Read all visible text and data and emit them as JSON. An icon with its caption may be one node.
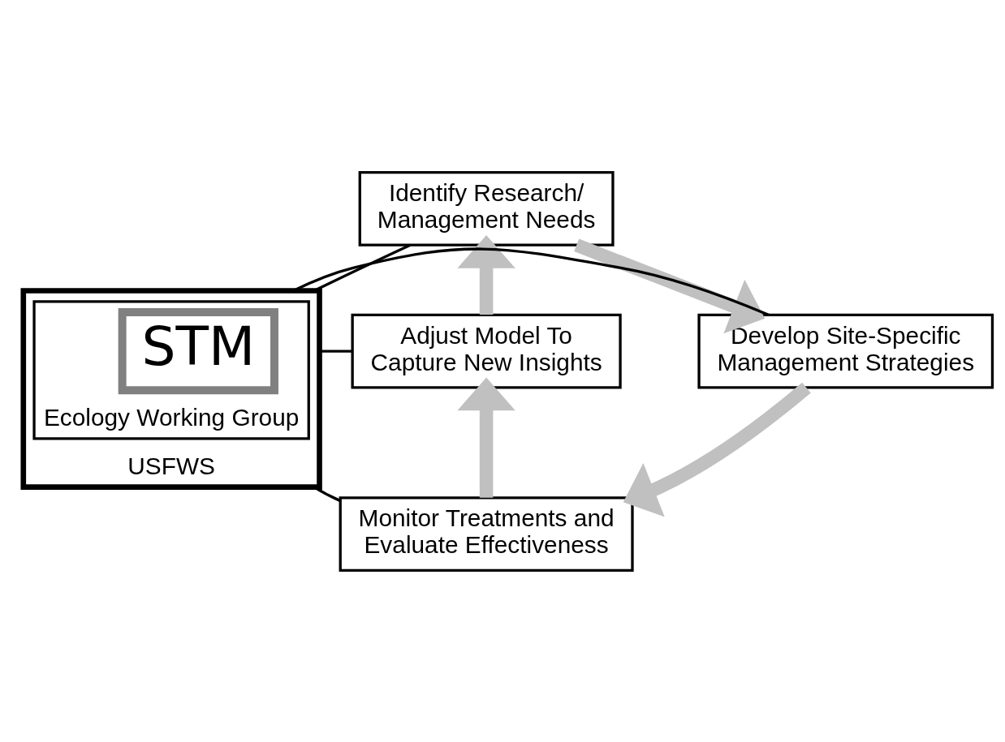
{
  "diagram": {
    "nodes": [
      {
        "text": [
          "Identify Research/ Management Needs"
        ]
      },
      {
        "text": [
          "USFWS"
        ]
      },
      {
        "text": [
          "Ecology Working Group"
        ],
        "in": 1
      },
      {
        "text": [
          "STM"
        ],
        "in": 2
      },
      {
        "text": [
          "Adjust Model To Capture New Insights"
        ]
      },
      {
        "text": [
          "Develop Site-Specific Management Strategies"
        ]
      },
      {
        "text": [
          "Monitor Treatments and Evaluate Effectiveness"
        ]
      }
    ],
    "edges": [
      {
        "from": 1,
        "to": 0,
        "arrow": "none"
      },
      {
        "from": 1,
        "to": 4,
        "arrow": "none"
      },
      {
        "from": 1,
        "to": 5,
        "arrow": "none"
      },
      {
        "from": 1,
        "to": 6,
        "arrow": "none"
      },
      {
        "from": 4,
        "to": 0,
        "arrow": "to",
        "style": "thick",
        "color": "#c0c0c0"
      },
      {
        "from": 0,
        "to": 5,
        "arrow": "to",
        "style": "thick",
        "color": "#c0c0c0"
      },
      {
        "from": 5,
        "to": 6,
        "arrow": "to",
        "style": "thick",
        "color": "#c0c0c0"
      },
      {
        "from": 6,
        "to": 4,
        "arrow": "to",
        "style": "thick",
        "color": "#c0c0c0"
      }
    ]
  }
}
